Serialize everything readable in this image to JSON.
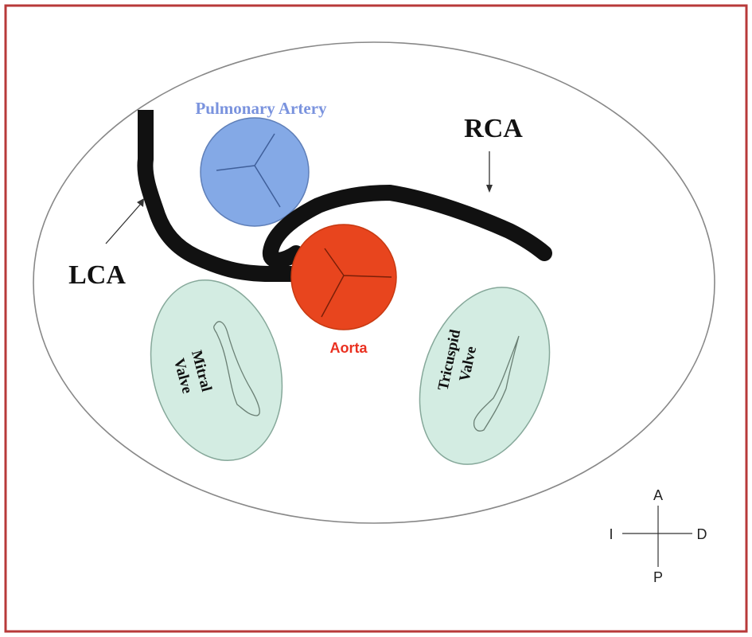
{
  "labels": {
    "pulmonary_artery": "Pulmonary Artery",
    "rca": "RCA",
    "lca": "LCA",
    "aorta": "Aorta",
    "mitral_line1": "Mitral",
    "mitral_line2": "Valve",
    "tricuspid_line1": "Tricuspid",
    "tricuspid_line2": "Valve"
  },
  "compass": {
    "anterior": "A",
    "posterior": "P",
    "left": "I",
    "right": "D"
  },
  "colors": {
    "frame": "#b83a3a",
    "outline": "#888888",
    "pulmonary_fill": "#84a9e6",
    "pulmonary_text": "#7a93de",
    "aorta_fill": "#e8451e",
    "aorta_text": "#ea3020",
    "valve_fill": "#d3ece2",
    "valve_stroke": "#86a89a",
    "artery": "#111111"
  }
}
